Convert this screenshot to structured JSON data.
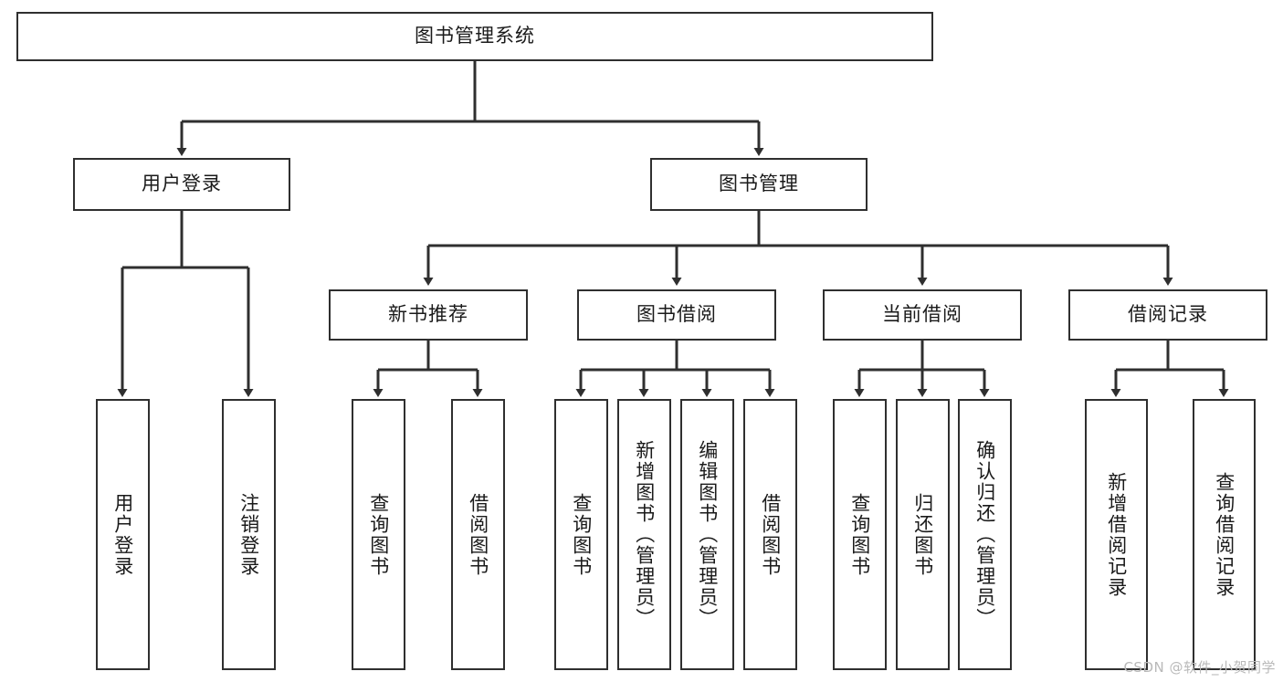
{
  "diagram": {
    "title": "图书管理系统",
    "watermark": "CSDN @软件_小贺同学",
    "line_color": "#2f2f2f",
    "box_fill": "#ffffff",
    "text_color": "#1a1a1a",
    "watermark_color": "#b9b9b9",
    "type": "tree",
    "levels": 4
  },
  "nodes": {
    "root": {
      "label": "图书管理系统"
    },
    "level2": [
      {
        "label": "用户登录"
      },
      {
        "label": "图书管理"
      }
    ],
    "level3": [
      {
        "label": "新书推荐"
      },
      {
        "label": "图书借阅"
      },
      {
        "label": "当前借阅"
      },
      {
        "label": "借阅记录"
      }
    ],
    "leaves_user_login": [
      {
        "label": "用户登录"
      },
      {
        "label": "注销登录"
      }
    ],
    "leaves_new_book": [
      {
        "label": "查询图书"
      },
      {
        "label": "借阅图书"
      }
    ],
    "leaves_borrow": [
      {
        "label": "查询图书"
      },
      {
        "label": "新增图书（管理员）"
      },
      {
        "label": "编辑图书（管理员）"
      },
      {
        "label": "借阅图书"
      }
    ],
    "leaves_current": [
      {
        "label": "查询图书"
      },
      {
        "label": "归还图书"
      },
      {
        "label": "确认归还（管理员）"
      }
    ],
    "leaves_records": [
      {
        "label": "新增借阅记录"
      },
      {
        "label": "查询借阅记录"
      }
    ]
  }
}
